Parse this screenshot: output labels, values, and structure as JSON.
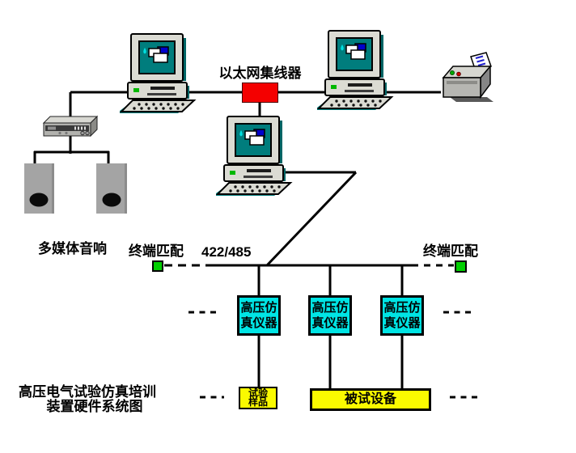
{
  "labels": {
    "ethernet_hub": "以太网集线器",
    "multimedia_audio": "多媒体音响",
    "terminal_match_left": "终端匹配",
    "serial_standard": "422/485",
    "terminal_match_right": "终端匹配",
    "caption_line1": "高压电气试验仿真培训",
    "caption_line2": "装置硬件系统图"
  },
  "nodes": {
    "instruments": [
      {
        "label_line1": "高压仿",
        "label_line2": "真仪器"
      },
      {
        "label_line1": "高压仿",
        "label_line2": "真仪器"
      },
      {
        "label_line1": "高压仿",
        "label_line2": "真仪器"
      }
    ],
    "test_sample": {
      "label_line1": "试验",
      "label_line2": "样品"
    },
    "device_under_test": {
      "label": "被试设备"
    }
  },
  "colors": {
    "hub_fill": "#f40000",
    "instrument_fill": "#00e4e4",
    "load_fill": "#fafa00",
    "terminal_fill": "#00cf00",
    "wire": "#000000",
    "background": "#ffffff"
  }
}
